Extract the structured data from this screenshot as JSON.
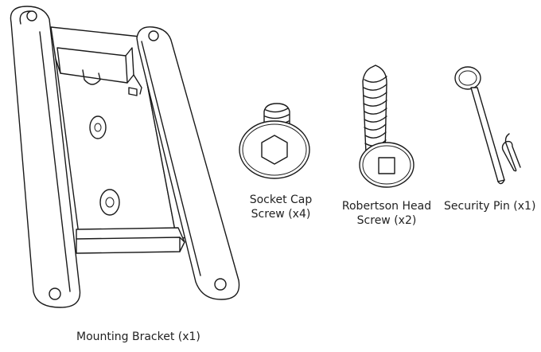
{
  "parts": {
    "mounting_bracket": {
      "label": "Mounting Bracket (x1)"
    },
    "socket_cap_screw": {
      "line1": "Socket Cap",
      "line2": "Screw (x4)"
    },
    "robertson_head_screw": {
      "line1": "Robertson Head",
      "line2": "Screw (x2)"
    },
    "security_pin": {
      "label": "Security Pin (x1)"
    }
  },
  "colors": {
    "stroke": "#1a1a1a",
    "text": "#222222",
    "background": "#ffffff"
  }
}
